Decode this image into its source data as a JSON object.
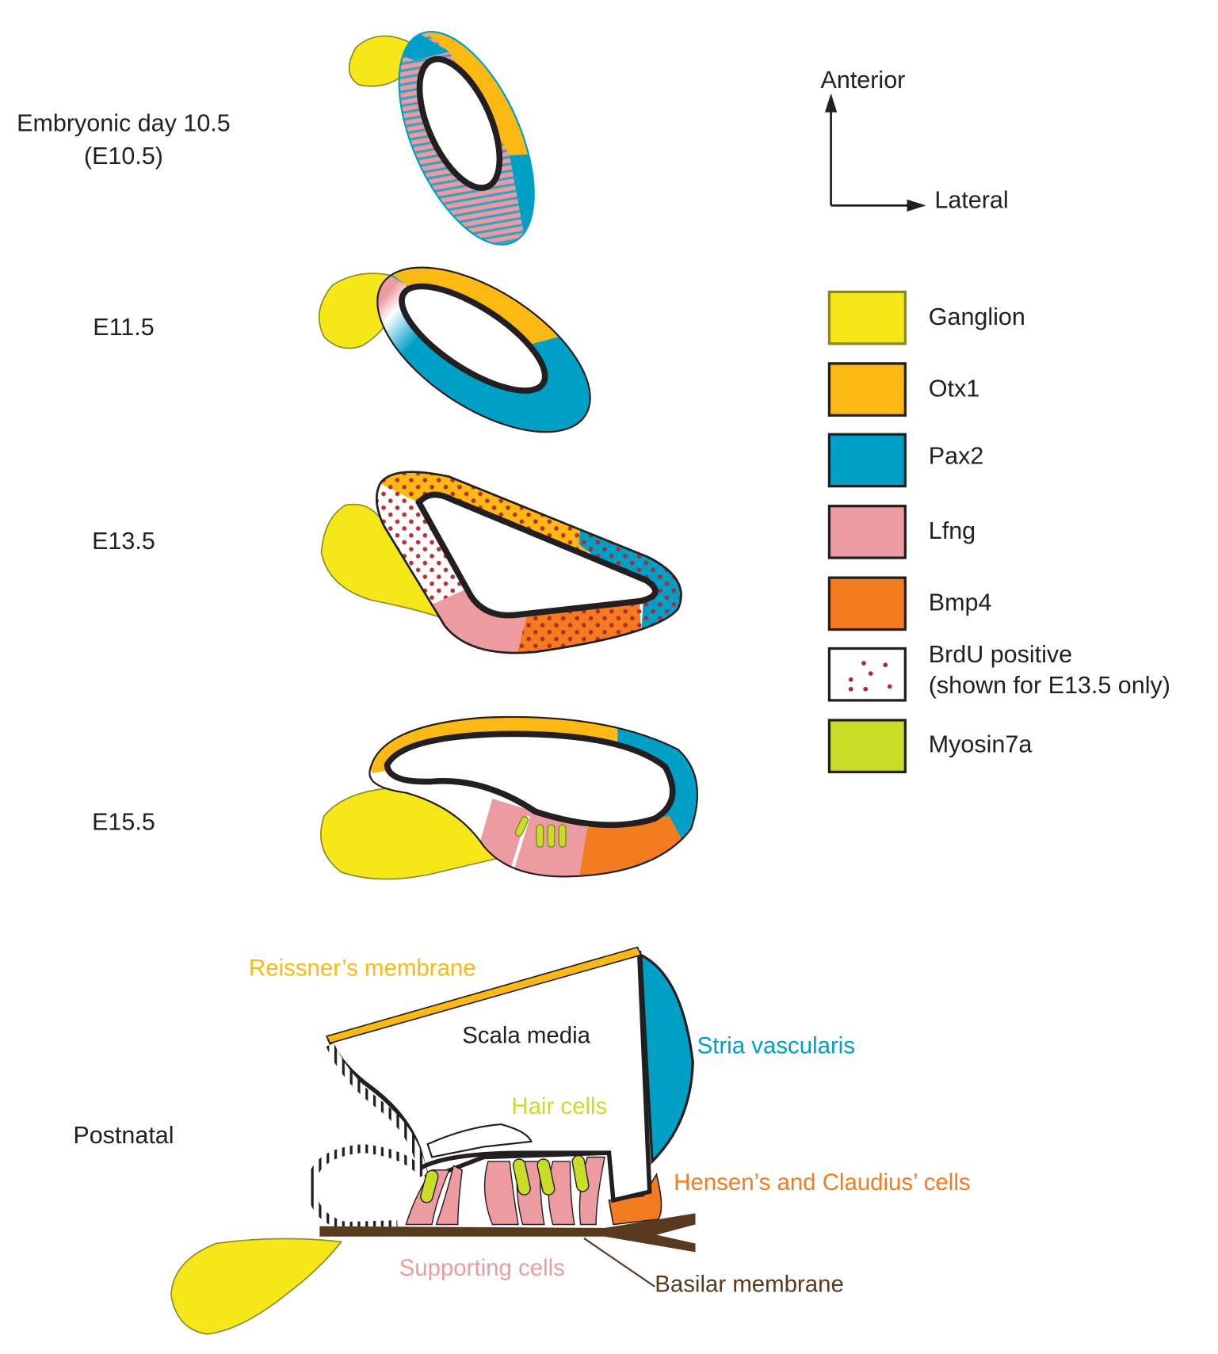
{
  "stages": {
    "e105_line1": "Embryonic day 10.5",
    "e105_line2": "(E10.5)",
    "e115": "E11.5",
    "e135": "E13.5",
    "e155": "E15.5",
    "postnatal": "Postnatal"
  },
  "axes": {
    "anterior": "Anterior",
    "lateral": "Lateral"
  },
  "legend": [
    {
      "label": "Ganglion",
      "color": "#f5e71a"
    },
    {
      "label": "Otx1",
      "color": "#fdb913"
    },
    {
      "label": "Pax2",
      "color": "#00a0c6"
    },
    {
      "label": "Lfng",
      "color": "#ec9ca1"
    },
    {
      "label": "Bmp4",
      "color": "#f47c20"
    },
    {
      "label": "BrdU positive",
      "label2": "(shown for E13.5 only)",
      "color": "#b3272d"
    },
    {
      "label": "Myosin7a",
      "color": "#c8dc28"
    }
  ],
  "postnatal_labels": {
    "reissner": "Reissner’s membrane",
    "scala_media": "Scala media",
    "stria": "Stria vascularis",
    "hair_cells": "Hair cells",
    "hensen": "Hensen’s and Claudius’ cells",
    "supporting": "Supporting cells",
    "basilar": "Basilar membrane"
  }
}
